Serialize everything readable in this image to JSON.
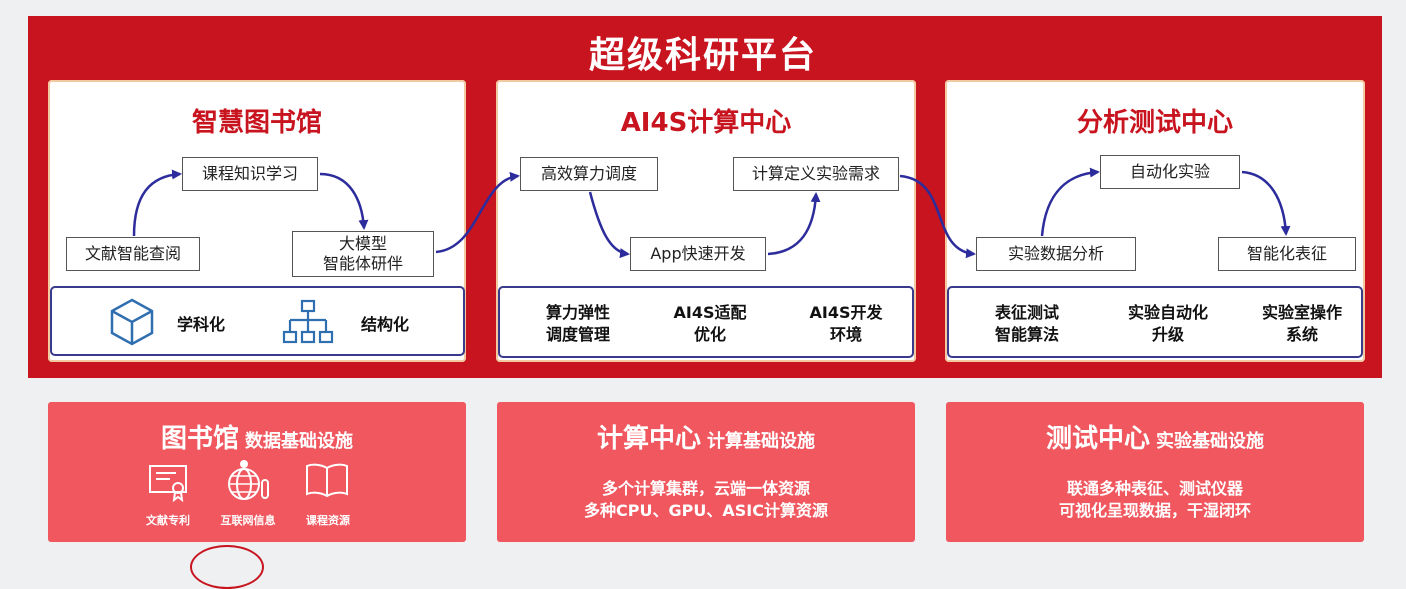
{
  "main_title": "超级科研平台",
  "panels": [
    {
      "title": "智慧图书馆",
      "nodes": [
        "课程知识学习",
        "文献智能查阅",
        "大模型\n智能体研伴"
      ],
      "features": [
        "学科化",
        "结构化"
      ]
    },
    {
      "title": "AI4S计算中心",
      "nodes": [
        "高效算力调度",
        "计算定义实验需求",
        "App快速开发"
      ],
      "features": [
        "算力弹性\n调度管理",
        "AI4S适配\n优化",
        "AI4S开发\n环境"
      ]
    },
    {
      "title": "分析测试中心",
      "nodes": [
        "自动化实验",
        "实验数据分析",
        "智能化表征"
      ],
      "features": [
        "表征测试\n智能算法",
        "实验自动化\n升级",
        "实验室操作\n系统"
      ]
    }
  ],
  "infra": [
    {
      "title_big": "图书馆",
      "title_small": "数据基础设施",
      "icons": [
        {
          "icon": "certificate-icon",
          "label": "文献专利"
        },
        {
          "icon": "globe-person-icon",
          "label": "互联网信息"
        },
        {
          "icon": "book-icon",
          "label": "课程资源"
        }
      ]
    },
    {
      "title_big": "计算中心",
      "title_small": "计算基础设施",
      "lines": [
        "多个计算集群，云端一体资源",
        "多种CPU、GPU、ASIC计算资源"
      ]
    },
    {
      "title_big": "测试中心",
      "title_small": "实验基础设施",
      "lines": [
        "联通多种表征、测试仪器",
        "可视化呈现数据，干湿闭环"
      ]
    }
  ],
  "colors": {
    "banner_red": "#c8141f",
    "infra_red": "#f0575f",
    "arrow_blue": "#2c2c9c",
    "strip_border": "#3a3a8c"
  }
}
